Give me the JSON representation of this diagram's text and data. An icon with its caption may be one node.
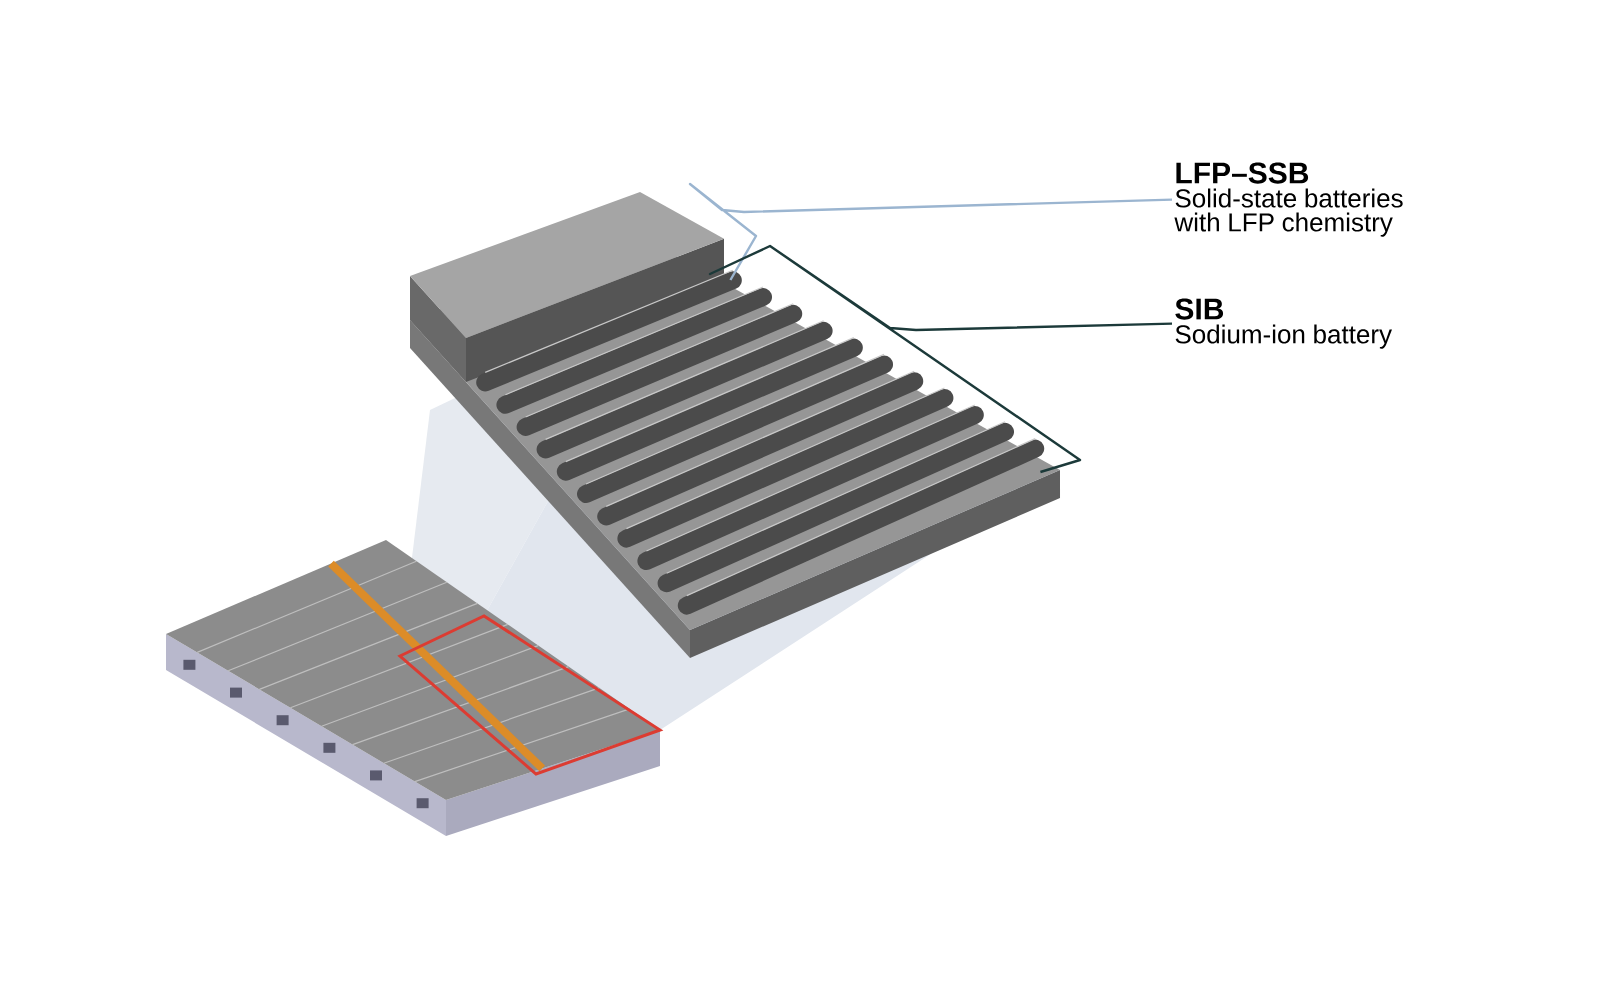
{
  "diagram": {
    "nodes": [
      {
        "text": [
          "LFP–SSB",
          "Solid-state batteries with LFP chemistry"
        ]
      },
      {
        "text": [
          "SIB",
          "Sodium-ion battery"
        ]
      },
      {
        "text": [],
        "shape": "picture"
      },
      {
        "text": [],
        "shape": "picture"
      }
    ],
    "edges": [
      {
        "from": 0,
        "to": 2,
        "arrow": "none",
        "color": "#9bb5d0"
      },
      {
        "from": 1,
        "to": 3,
        "arrow": "none",
        "color": "#1c3a3a"
      }
    ]
  }
}
